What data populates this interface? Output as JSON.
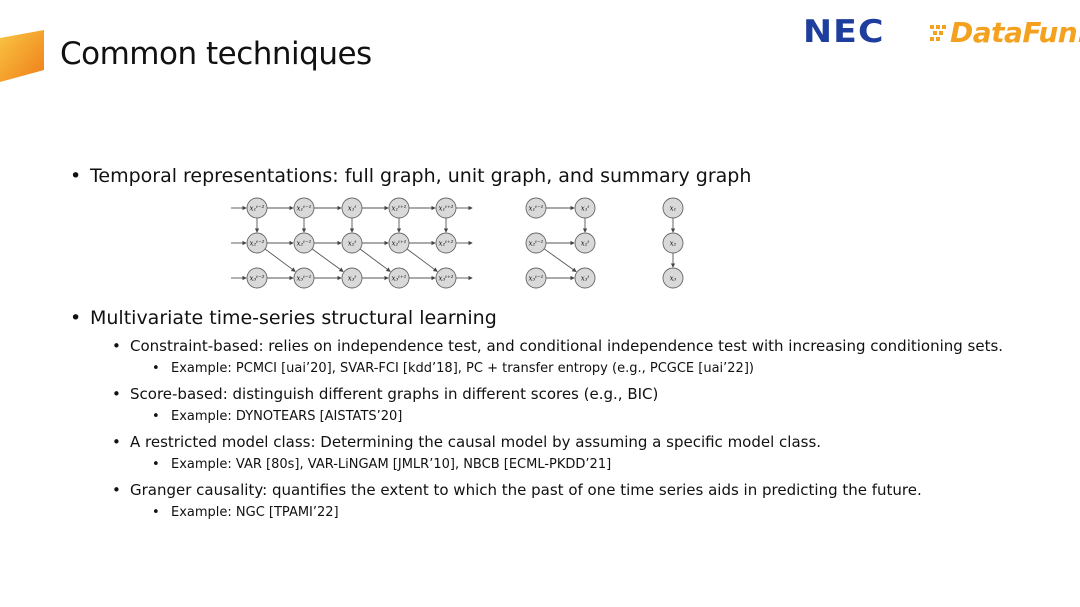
{
  "header": {
    "title": "Common techniques",
    "logo_nec": "NEC",
    "logo_datafun": "DataFun.",
    "colors": {
      "accent": "#f4a11f",
      "nec_blue": "#1d3e9c",
      "node_fill": "#d9d9d9"
    }
  },
  "bullets": [
    {
      "level": 1,
      "text": "Temporal representations: full graph, unit graph, and summary graph"
    },
    {
      "level": 1,
      "text": "Multivariate time-series structural learning"
    },
    {
      "level": 2,
      "text": "Constraint-based: relies on independence test, and conditional independence test with increasing conditioning sets."
    },
    {
      "level": 3,
      "text": "Example: PCMCI [uai’20], SVAR-FCI [kdd’18], PC + transfer entropy (e.g., PCGCE [uai’22])"
    },
    {
      "level": 2,
      "text": "Score-based: distinguish different graphs in different scores (e.g., BIC)"
    },
    {
      "level": 3,
      "text": "Example: DYNOTEARS [AISTATS’20]"
    },
    {
      "level": 2,
      "text": "A restricted model class: Determining the causal model by assuming a specific model class."
    },
    {
      "level": 3,
      "text": "Example: VAR [80s], VAR-LiNGAM [JMLR’10], NBCB [ECML-PKDD’21]"
    },
    {
      "level": 2,
      "text": "Granger causality: quantifies the extent to which the past of one time series aids in predicting the future."
    },
    {
      "level": 3,
      "text": "Example: NGC [TPAMI’22]"
    }
  ],
  "bullet_symbol": "•",
  "figure": {
    "full_graph": {
      "rows": [
        [
          "x₁ᵗ⁻²",
          "x₁ᵗ⁻¹",
          "x₁ᵗ",
          "x₁ᵗ⁺¹",
          "x₁ᵗ⁺²"
        ],
        [
          "x₂ᵗ⁻²",
          "x₂ᵗ⁻¹",
          "x₂ᵗ",
          "x₂ᵗ⁺¹",
          "x₂ᵗ⁺²"
        ],
        [
          "x₃ᵗ⁻²",
          "x₃ᵗ⁻¹",
          "x₃ᵗ",
          "x₃ᵗ⁺¹",
          "x₃ᵗ⁺²"
        ]
      ]
    },
    "unit_graph": {
      "rows": [
        [
          "x₁ᵗ⁻¹",
          "x₁ᵗ"
        ],
        [
          "x₂ᵗ⁻¹",
          "x₂ᵗ"
        ],
        [
          "x₃ᵗ⁻¹",
          "x₃ᵗ"
        ]
      ]
    },
    "summary_graph": {
      "nodes": [
        "x₁",
        "x₂",
        "x₃"
      ]
    }
  }
}
